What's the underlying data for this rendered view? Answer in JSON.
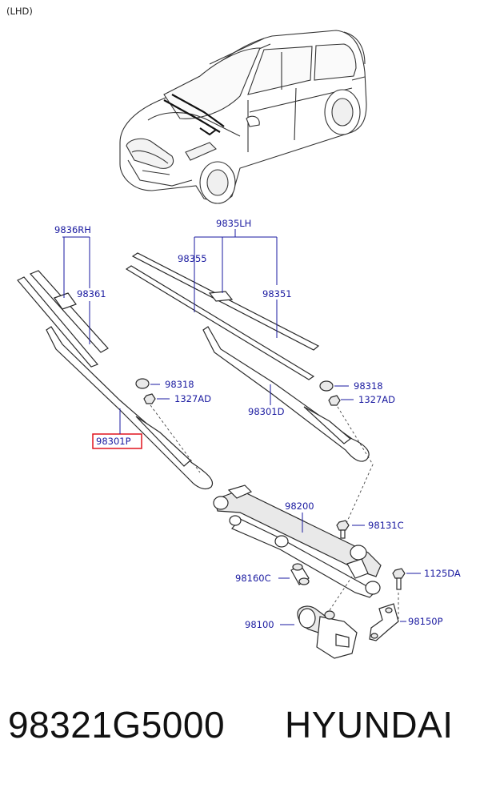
{
  "diagram": {
    "corner_label": "(LHD)",
    "labels": {
      "p9836rh": "9836RH",
      "p98361": "98361",
      "p9835lh": "9835LH",
      "p98355": "98355",
      "p98351": "98351",
      "p98318_left": "98318",
      "p1327ad_left": "1327AD",
      "p98318_right": "98318",
      "p1327ad_right": "1327AD",
      "p98301d": "98301D",
      "p98301p": "98301P",
      "p98200": "98200",
      "p98131c": "98131C",
      "p98160c": "98160C",
      "p1125da": "1125DA",
      "p98100": "98100",
      "p98150p": "98150P"
    },
    "highlight_color": "#e0141e",
    "label_color": "#1a1aa0"
  },
  "footer": {
    "part_number": "98321G5000",
    "brand": "HYUNDAI"
  }
}
